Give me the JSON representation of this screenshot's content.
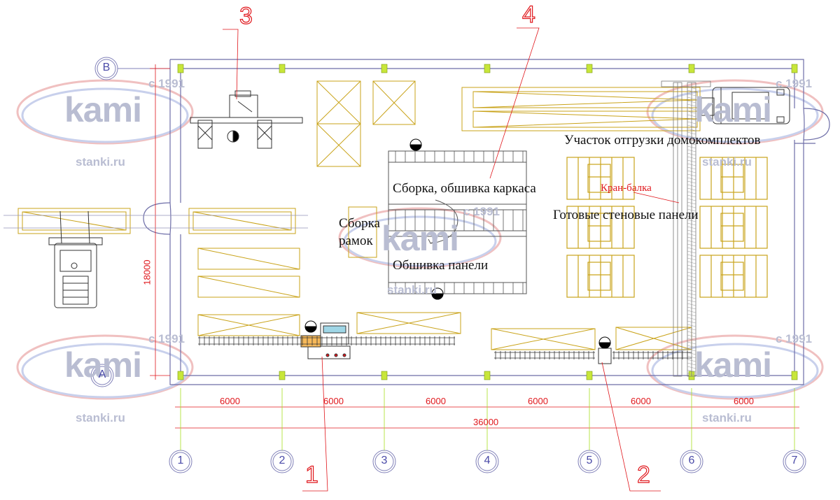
{
  "labels": {
    "shipping_area": "Участок отгрузки домокомплектов",
    "frame_assembly": "Сборка, обшивка каркаса",
    "frames_line1": "Сборка",
    "frames_line2": "рамок",
    "panel_sheathing": "Обшивка панели",
    "crane_beam": "Кран-балка",
    "finished_panels": "Готовые стеновые панели"
  },
  "callouts": [
    "1",
    "2",
    "3",
    "4"
  ],
  "axes": {
    "columns": [
      "1",
      "2",
      "3",
      "4",
      "5",
      "6",
      "7"
    ],
    "rows": [
      "А",
      "В"
    ]
  },
  "dimensions": {
    "spans": [
      "6000",
      "6000",
      "6000",
      "6000",
      "6000",
      "6000"
    ],
    "total_length": "36000",
    "width": "18000"
  },
  "watermark": {
    "brand": "kami",
    "year": "с 1991",
    "site": "stanki.ru"
  },
  "colors": {
    "wall": "#6e6ea8",
    "equipment": "#c9a31a",
    "dimension": "#e0161b",
    "column": "#c8e63a"
  }
}
